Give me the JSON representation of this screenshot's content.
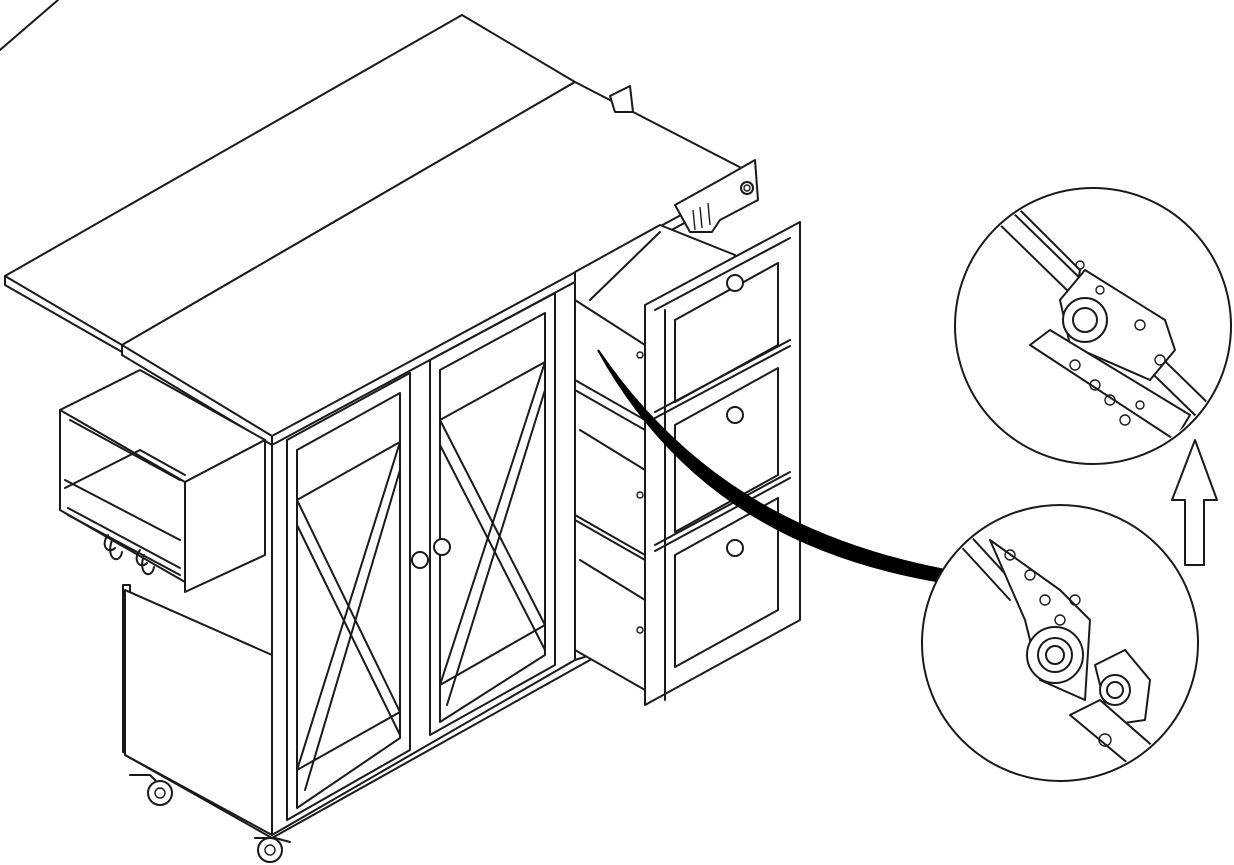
{
  "diagram": {
    "subject": "kitchen-island-cart",
    "callouts": [
      {
        "name": "drawer-slide-roller-engaged",
        "icon": "slide-roller-engaged-icon"
      },
      {
        "name": "drawer-slide-roller-separated",
        "icon": "slide-roller-separated-icon"
      }
    ],
    "instruction_arrow": {
      "direction": "up",
      "icon": "up-arrow-icon"
    },
    "colors": {
      "ink": "#1a1a1a",
      "paper": "#ffffff"
    }
  }
}
